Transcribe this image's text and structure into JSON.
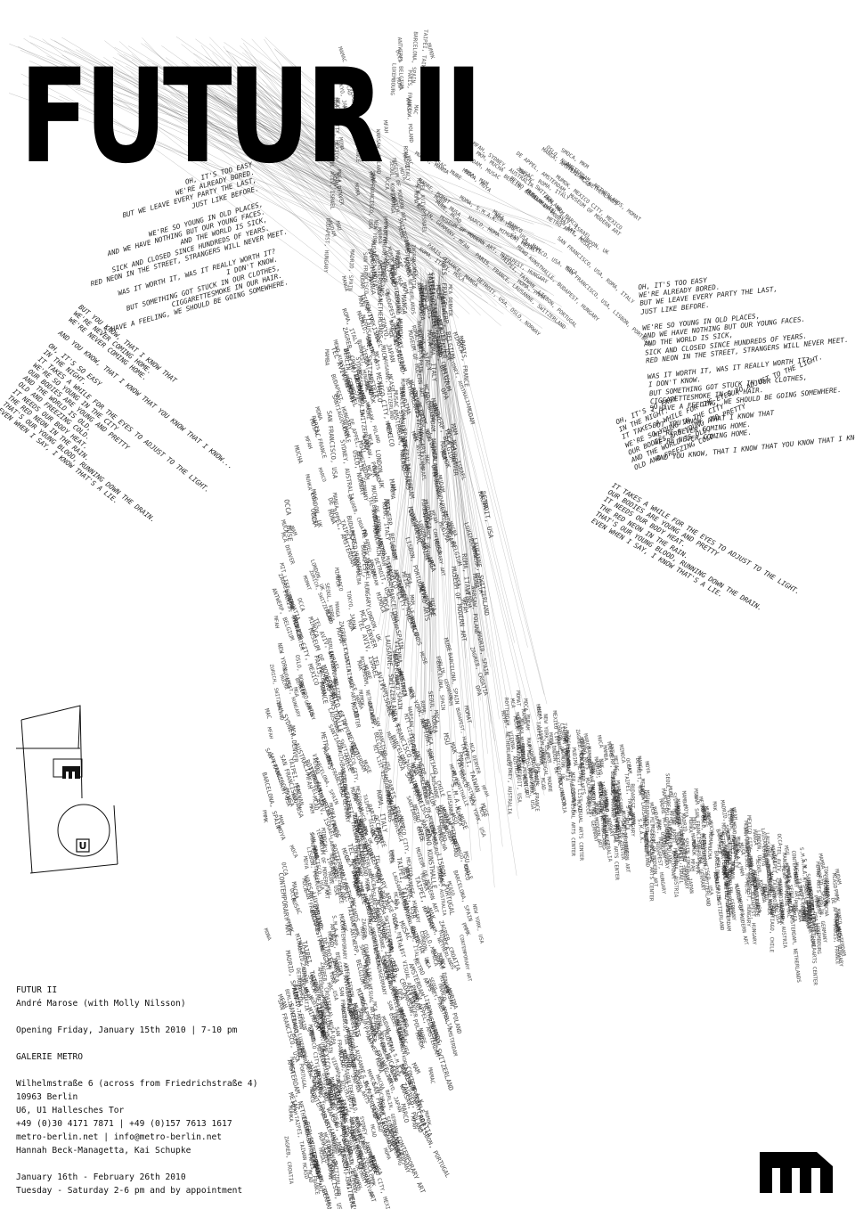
{
  "poster": {
    "title": "FUTUR II",
    "info": {
      "title": "FUTUR II",
      "artist": "André Marose (with Molly Nilsson)",
      "opening": "Opening Friday, January 15th 2010 | 7-10 pm",
      "gallery": "GALERIE METRO",
      "address1": "Wilhelmstraße 6 (across from Friedrichstraße 4)",
      "address2": "10963 Berlin",
      "transit": "U6, U1 Hallesches Tor",
      "phones": "+49 (0)30 4171 7871 | +49 (0)157 7613 1617",
      "contact": "metro-berlin.net | info@metro-berlin.net",
      "curators": "Hannah Beck-Managetta, Kai Schupke",
      "dates": "January 16th - February 26th 2010",
      "hours": "Tuesday - Saturday 2-6 pm and by appointment"
    },
    "map": {
      "station_label": "U"
    },
    "lyrics": {
      "left": "OH, IT'S TOO EASY\nWE'RE ALREADY BORED.\nBUT WE LEAVE EVERY PARTY THE LAST,\nJUST LIKE BEFORE.\n\nWE'RE SO YOUNG IN OLD PLACES,\nAND WE HAVE NOTHING BUT OUR YOUNG FACES.\nAND THE WORLD IS SICK,\nSICK AND CLOSED SINCE HUNDREDS OF YEARS.\nRED NEON IN THE STREET, STRANGERS WILL NEVER MEET.\n\nWAS IT WORTH IT, WAS IT REALLY WORTH IT?\nI DON'T KNOW.\nBUT SOMETHING GOT STUCK IN OUR CLOTHES,\nCIGGARETTESMOKE IN OUR HAIR.\nI HAVE A FEELING, WE SHOULD BE GOING SOMEWHERE.",
      "left2": "BUT YOU KNOW, THAT I KNOW THAT\nWE'RE NEVER COMING HOME.\nWE'RE NEVER COMING HOME.\n\nAND YOU KNOW, THAT I KNOW THAT YOU KNOW THAT I KNOW...\n\nOH, IT'S SO EASY\nIN THE NIGHT.\nIT TAKES A WHILE FOR THE EYES TO ADJUST TO THE LIGHT.\nWE'RE SO YOUNG IN THE CITY\nOUR BODIES ARE YOUNG AND PRETTY\nAND THE WORLD IS OLD,\nOLD AND FREEZING COLD.\nIT NEEDS OUR BODY HEAT.\nTHE RED NEON IN THE RAIN.\nTHAT'S OUR YOUNG BLOOD, RUNNING DOWN THE DRAIN.\nEVEN WHEN I SAY, I KNOW THAT'S A LIE.",
      "right": "OH, IT'S TOO EASY\nWE'RE ALREADY BORED.\nBUT WE LEAVE EVERY PARTY THE LAST,\nJUST LIKE BEFORE.\n\nWE'RE SO YOUNG IN OLD PLACES,\nAND WE HAVE NOTHING BUT OUR YOUNG FACES.\nAND THE WORLD IS SICK,\nSICK AND CLOSED SINCE HUNDREDS OF YEARS.\nRED NEON IN THE STREET, STRANGERS WILL NEVER MEET.\n\nWAS IT WORTH IT, WAS IT REALLY WORTH IT?\nI DON'T KNOW.\nBUT SOMETHING GOT STUCK IN OUR CLOTHES,\nCIGGARETTESMOKE IN OUR HAIR.\nI HAVE A FEELING, WE SHOULD BE GOING SOMEWHERE.\n\nBUT YOU KNOW, THAT I KNOW THAT\nWE'RE NEVER COMING HOME.\nWE'RE NEVER COMING HOME.\n\nAND YOU KNOW, THAT I KNOW THAT YOU KNOW THAT I KNOW...",
      "right2": "OH, IT'S SO EASY\nIN THE NIGHT.\nIT TAKES A WHILE FOR THE EYES TO ADJUST TO THE LIGHT.\nWE'RE SO YOUNG IN THE CITY\nOUR BODIES ARE YOUNG AND PRETTY\nAND THE WORLD IS OLD,\nOLD AND FREEZING COLD.",
      "right3": "IT TAKES A WHILE FOR THE EYES TO ADJUST TO THE LIGHT.\nOUR BODIES ARE YOUNG AND PRETTY\nIT NEEDS OUR BODY HEAT.\nTHE RED NEON IN THE RAIN.\nTHAT'S OUR YOUNG BLOOD, RUNNING DOWN THE DRAIN.\nEVEN WHEN I SAY, I KNOW THAT'S A LIE."
    },
    "art_words": [
      "MOMA",
      "MUSEUM OF MODERN ART",
      "MUMOK",
      "MUSAC",
      "MACBA",
      "MCA",
      "MOCA",
      "MAMBA",
      "MUHKA",
      "MOMAT",
      "MONA",
      "MUSA",
      "SMOCA",
      "OCCA",
      "OPA",
      "PMMK",
      "S.M.A.K.",
      "MUDAM",
      "MUDIMA",
      "MUCA",
      "MUBE",
      "MOYA",
      "MSU",
      "MUCHA",
      "MUSE",
      "METRO ARTS",
      "MIMOCA",
      "MKM",
      "MIT LIST VISUAL ARTS CENTER",
      "MEWO KUNSTHALLE",
      "MFAH",
      "MGA",
      "MCAD",
      "MCA DENVER",
      "MCASD",
      "MEIAC",
      "MAMCO",
      "MAM",
      "MAMAC",
      "MADRE",
      "MAC",
      "MARCO",
      "MANGA",
      "MAK",
      "CONTEMPORARY ART",
      "BERLIN, GERMANY",
      "AMSTERDAM, NETHERLANDS",
      "NEW YORK, USA",
      "TOKYO, JAPAN",
      "TAIPEI, TAIWAN",
      "PARIS, FRANCE",
      "ROMA, ITALY",
      "MADRID, SPAIN",
      "BARCELONA, SPAIN",
      "LISBON, PORTUGAL",
      "WARSAW, POLAND",
      "BUDAPEST, HUNGARY",
      "ZAGREB, CROATIA",
      "SEOUL, KOREA",
      "SYDNEY, AUSTRALIA",
      "LAUSANNE, SWITZERLAND",
      "SANTIAGO, CHILE",
      "TEL AVIV, ISRAEL",
      "VIENNA, AUSTRIA",
      "OSLO, NORWAY",
      "ZURICH, SWITZERLAND",
      "MEXICO CITY, MEXICO",
      "ROTTERDAM, NETHERLANDS",
      "DE APPEL, AMSTERDAM",
      "SAN FRANCISCO, USA",
      "DETROIT, USA",
      "LONDON, UK",
      "ANTWERP, BELGIUM",
      "LUXEMBOURG"
    ]
  }
}
